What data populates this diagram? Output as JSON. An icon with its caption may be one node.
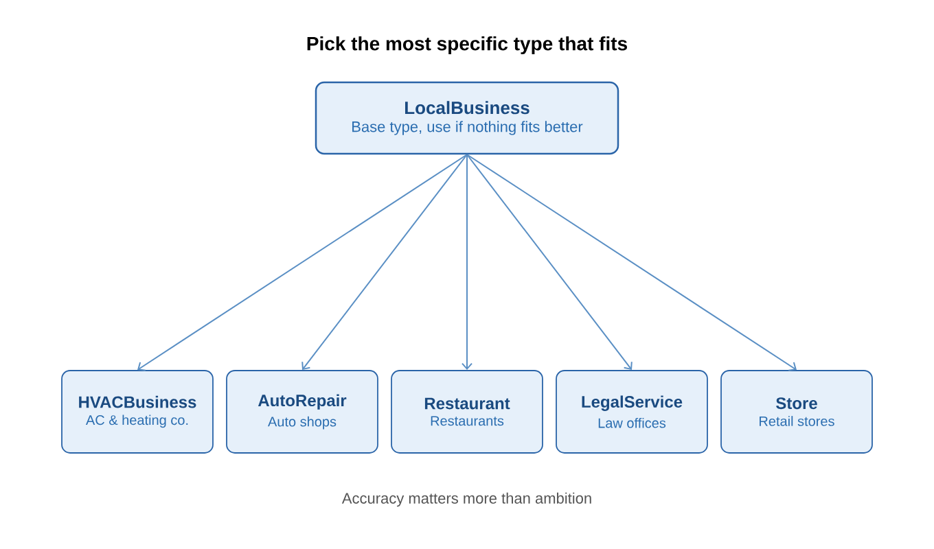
{
  "diagram": {
    "title": "Pick the most specific type that fits",
    "caption": "Accuracy matters more than ambition",
    "nodes": [
      {
        "text": [
          "LocalBusiness",
          "Base type, use if nothing fits better"
        ]
      },
      {
        "text": [
          "HVACBusiness",
          "AC & heating co."
        ]
      },
      {
        "text": [
          "AutoRepair",
          "Auto shops"
        ]
      },
      {
        "text": [
          "Restaurant",
          "Restaurants"
        ]
      },
      {
        "text": [
          "LegalService",
          "Law offices"
        ]
      },
      {
        "text": [
          "Store",
          "Retail stores"
        ]
      }
    ],
    "edges": [
      {
        "from": 0,
        "to": 1,
        "arrow": "to"
      },
      {
        "from": 0,
        "to": 2,
        "arrow": "to"
      },
      {
        "from": 0,
        "to": 3,
        "arrow": "to"
      },
      {
        "from": 0,
        "to": 4,
        "arrow": "to"
      },
      {
        "from": 0,
        "to": 5,
        "arrow": "to"
      }
    ]
  }
}
